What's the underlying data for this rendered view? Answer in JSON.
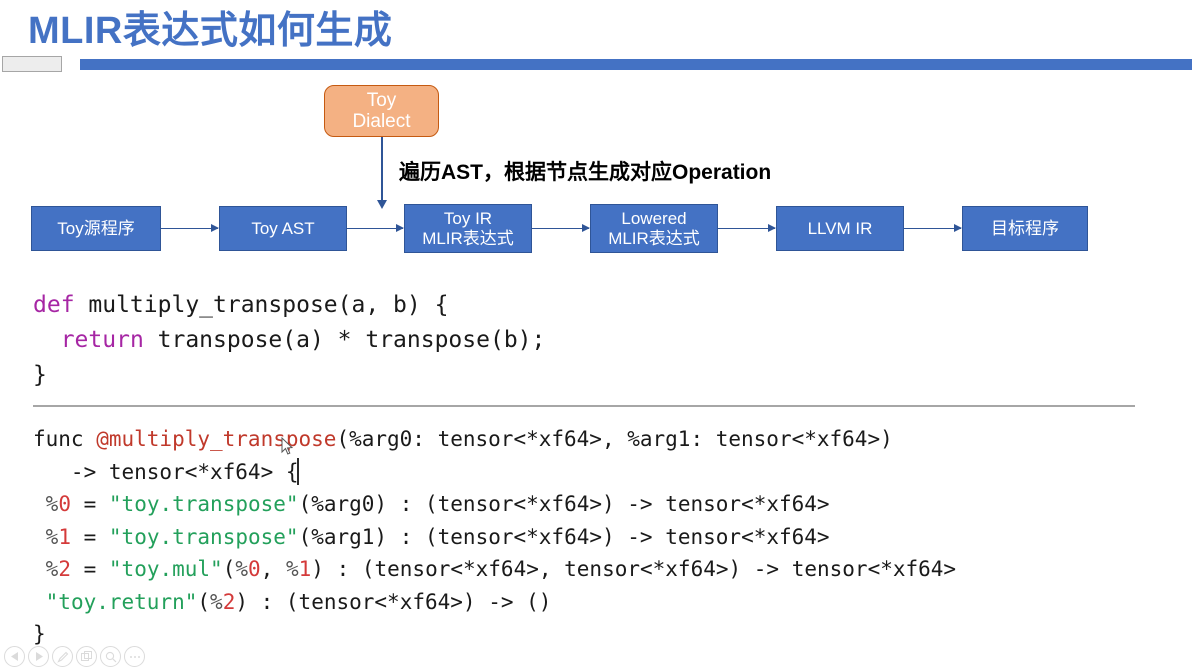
{
  "slide": {
    "title": "MLIR表达式如何生成",
    "accent_color": "#4472C4",
    "title_placeholder": ""
  },
  "diagram": {
    "annotation": "遍历AST，根据节点生成对应Operation",
    "node_fill_blue": "#4472C4",
    "node_fill_orange": "#F4B183",
    "nodes": [
      {
        "id": "toy-source",
        "label": "Toy源程序",
        "style": "blue"
      },
      {
        "id": "toy-ast",
        "label": "Toy AST",
        "style": "blue"
      },
      {
        "id": "toy-ir",
        "label": "Toy IR\nMLIR表达式",
        "style": "blue"
      },
      {
        "id": "lowered",
        "label": "Lowered\nMLIR表达式",
        "style": "blue"
      },
      {
        "id": "llvm-ir",
        "label": "LLVM IR",
        "style": "blue"
      },
      {
        "id": "target",
        "label": "目标程序",
        "style": "blue"
      },
      {
        "id": "toy-dialect",
        "label": "Toy\nDialect",
        "style": "orange"
      }
    ]
  },
  "code_toy": {
    "language": "toy",
    "lines": [
      [
        {
          "t": "def ",
          "c": "kw"
        },
        {
          "t": "multiply_transpose(a, b) {",
          "c": "plain"
        }
      ],
      [
        {
          "t": "  ",
          "c": "plain"
        },
        {
          "t": "return ",
          "c": "kw"
        },
        {
          "t": "transpose(a) * transpose(b);",
          "c": "plain"
        }
      ],
      [
        {
          "t": "}",
          "c": "plain"
        }
      ]
    ]
  },
  "code_mlir": {
    "language": "mlir",
    "lines": [
      [
        {
          "t": "func ",
          "c": "plain"
        },
        {
          "t": "@multiply_transpose",
          "c": "fnname"
        },
        {
          "t": "(%arg0: tensor<*xf64>, %arg1: tensor<*xf64>)",
          "c": "plain"
        }
      ],
      [
        {
          "t": "   -> tensor<*xf64> {",
          "c": "plain"
        }
      ],
      [
        {
          "t": " ",
          "c": "plain"
        },
        {
          "t": "%",
          "c": "pct"
        },
        {
          "t": "0",
          "c": "num"
        },
        {
          "t": " = ",
          "c": "plain"
        },
        {
          "t": "\"toy.transpose\"",
          "c": "str"
        },
        {
          "t": "(%arg0) : (tensor<*xf64>) -> tensor<*xf64>",
          "c": "plain"
        }
      ],
      [
        {
          "t": " ",
          "c": "plain"
        },
        {
          "t": "%",
          "c": "pct"
        },
        {
          "t": "1",
          "c": "num"
        },
        {
          "t": " = ",
          "c": "plain"
        },
        {
          "t": "\"toy.transpose\"",
          "c": "str"
        },
        {
          "t": "(%arg1) : (tensor<*xf64>) -> tensor<*xf64>",
          "c": "plain"
        }
      ],
      [
        {
          "t": " ",
          "c": "plain"
        },
        {
          "t": "%",
          "c": "pct"
        },
        {
          "t": "2",
          "c": "num"
        },
        {
          "t": " = ",
          "c": "plain"
        },
        {
          "t": "\"toy.mul\"",
          "c": "str"
        },
        {
          "t": "(",
          "c": "plain"
        },
        {
          "t": "%",
          "c": "pct"
        },
        {
          "t": "0",
          "c": "num"
        },
        {
          "t": ", ",
          "c": "plain"
        },
        {
          "t": "%",
          "c": "pct"
        },
        {
          "t": "1",
          "c": "num"
        },
        {
          "t": ") : (tensor<*xf64>, tensor<*xf64>) -> tensor<*xf64>",
          "c": "plain"
        }
      ],
      [
        {
          "t": " ",
          "c": "plain"
        },
        {
          "t": "\"toy.return\"",
          "c": "str"
        },
        {
          "t": "(",
          "c": "plain"
        },
        {
          "t": "%",
          "c": "pct"
        },
        {
          "t": "2",
          "c": "num"
        },
        {
          "t": ") : (tensor<*xf64>) -> ()",
          "c": "plain"
        }
      ],
      [
        {
          "t": "}",
          "c": "plain"
        }
      ]
    ]
  },
  "toolbar": {
    "buttons": [
      {
        "id": "previous-slide",
        "icon": "triangle-left-icon",
        "label": "◀"
      },
      {
        "id": "next-slide",
        "icon": "triangle-right-icon",
        "label": "▶"
      },
      {
        "id": "pen",
        "icon": "pen-icon",
        "label": "✎"
      },
      {
        "id": "all-slides",
        "icon": "slides-grid-icon",
        "label": "▤"
      },
      {
        "id": "zoom",
        "icon": "magnifier-icon",
        "label": "⌕"
      },
      {
        "id": "more-options",
        "icon": "ellipsis-icon",
        "label": "•••"
      }
    ]
  }
}
